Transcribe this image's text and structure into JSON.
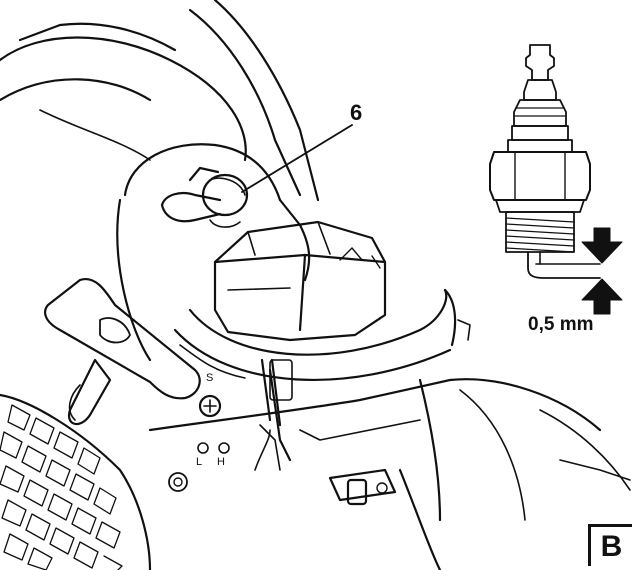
{
  "callout_number": "6",
  "gap_label": "0,5 mm",
  "control_marks": {
    "s": "S",
    "l": "L",
    "h": "H"
  },
  "figure_letter": "B",
  "icons": [
    "spark-plug-icon",
    "arrow-down-icon",
    "arrow-up-icon",
    "screw-head-icon"
  ],
  "colors": {
    "line": "#111111",
    "background": "#ffffff"
  }
}
